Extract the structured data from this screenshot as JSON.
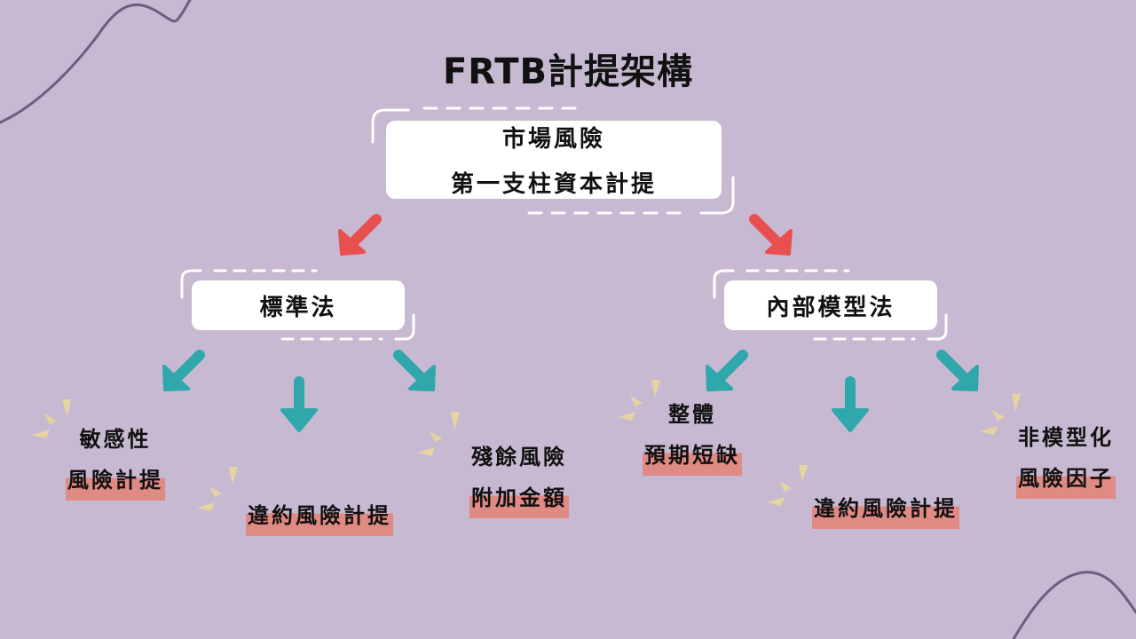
{
  "title": "FRTB計提架構",
  "root": {
    "line1": "市場風險",
    "line2": "第一支柱資本計提"
  },
  "branches": [
    {
      "label": "標準法",
      "children": [
        {
          "line1": "敏感性",
          "line2": "風險計提",
          "highlighted": "line2"
        },
        {
          "line1": "",
          "line2": "違約風險計提",
          "highlighted": "line2"
        },
        {
          "line1": "殘餘風險",
          "line2": "附加金額",
          "highlighted": "line2"
        }
      ]
    },
    {
      "label": "內部模型法",
      "children": [
        {
          "line1": "整體",
          "line2": "預期短缺",
          "highlighted": "line2"
        },
        {
          "line1": "",
          "line2": "違約風險計提",
          "highlighted": "line2"
        },
        {
          "line1": "非模型化",
          "line2": "風險因子",
          "highlighted": "line2"
        }
      ]
    }
  ],
  "colors": {
    "background": "#c8b9d2",
    "primary_arrow": "#e8504f",
    "secondary_arrow": "#2fa7ab",
    "highlight": "#e08a84",
    "sparkle": "#e9d89a",
    "curve": "#6e5d80",
    "box": "#ffffff"
  }
}
